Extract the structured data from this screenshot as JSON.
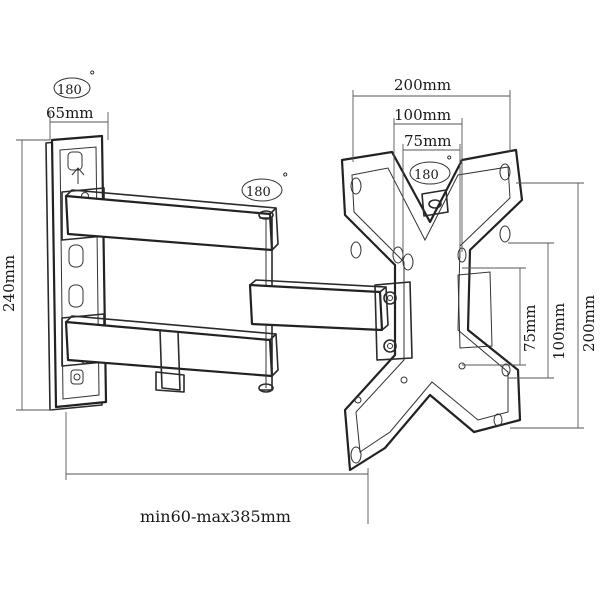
{
  "rotation": {
    "wall_plate": "180",
    "arm_joint": "180",
    "tv_plate": "180",
    "degree_mark": "°"
  },
  "dimensions": {
    "wall_plate_width": "65mm",
    "wall_plate_height": "240mm",
    "extension": "min60-max385mm",
    "vesa_h_max": "200mm",
    "vesa_h_mid": "100mm",
    "vesa_h_min": "75mm",
    "vesa_v_min": "75mm",
    "vesa_v_mid": "100mm",
    "vesa_v_max": "200mm"
  }
}
